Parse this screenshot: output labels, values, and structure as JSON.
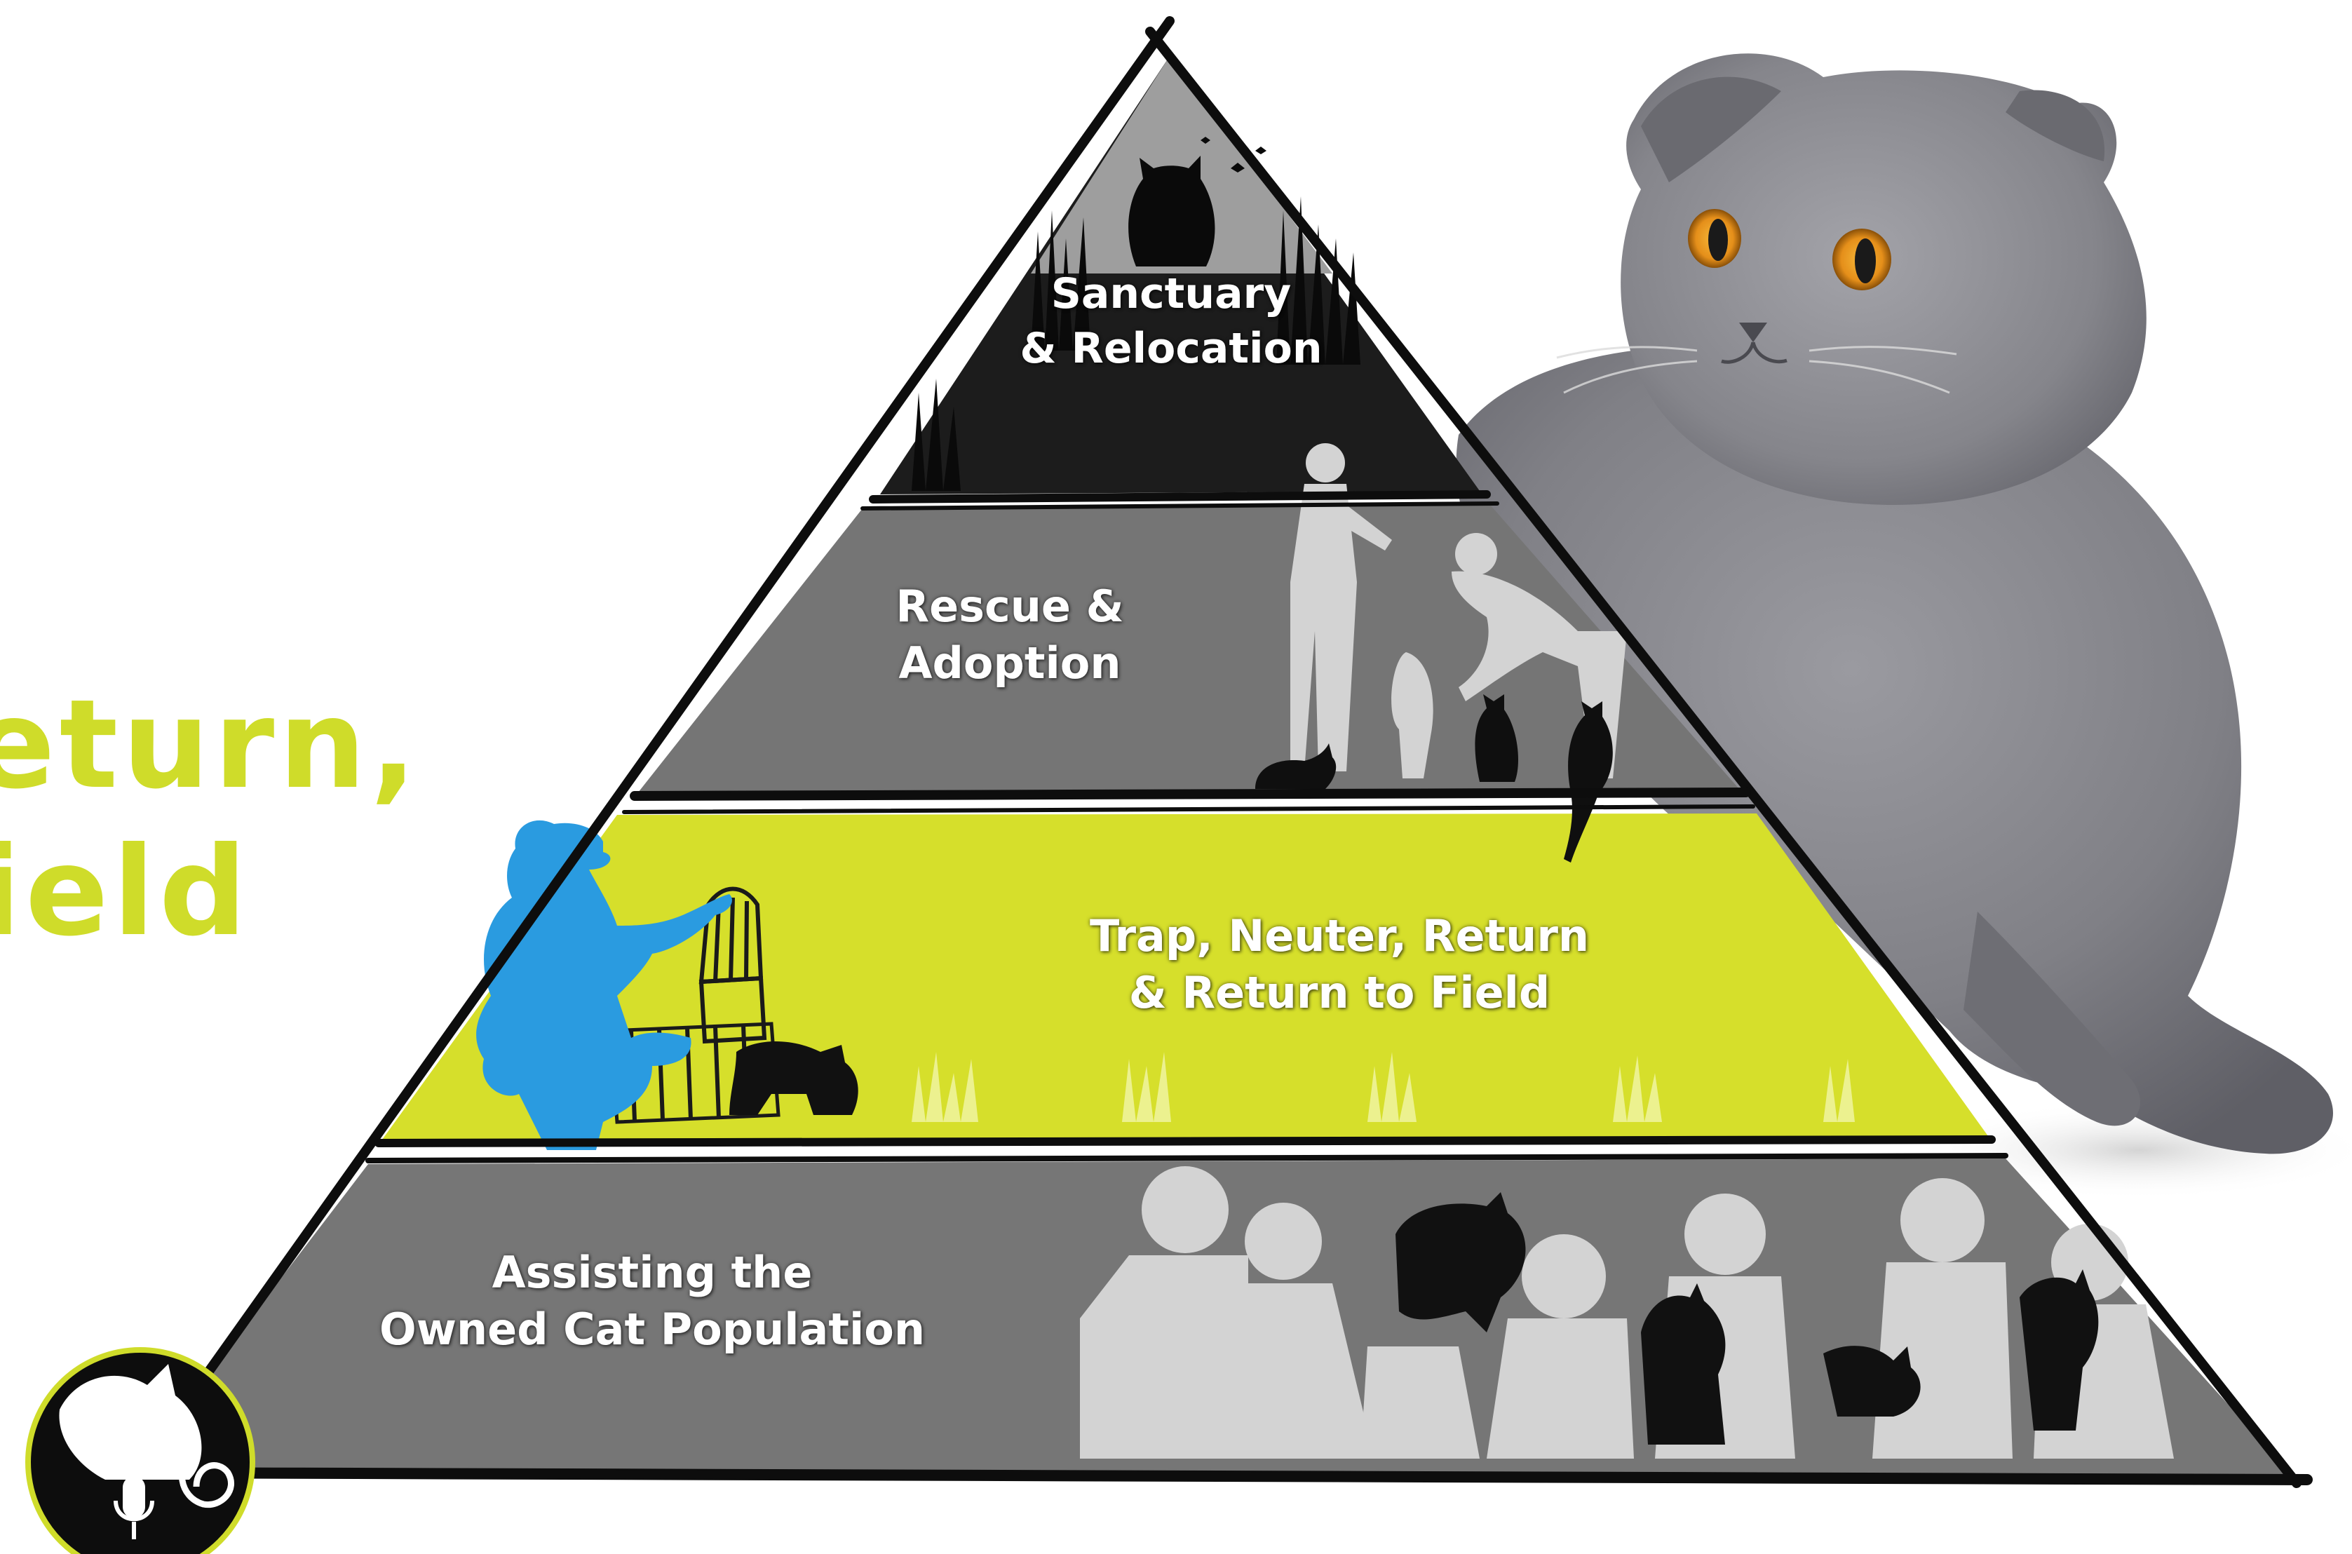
{
  "heading": {
    "line1": "eturn,",
    "line2": "ield"
  },
  "pyramid": {
    "tiers": [
      {
        "line1": "Sanctuary",
        "line2": "& Relocation",
        "color": "#1c1c1c"
      },
      {
        "line1": "Rescue &",
        "line2": "Adoption",
        "color": "#757575"
      },
      {
        "line1": "Trap, Neuter, Return",
        "line2": "& Return to Field",
        "color": "#d6df2b"
      },
      {
        "line1": "Assisting the",
        "line2": "Owned Cat Population",
        "color": "#767676"
      }
    ]
  },
  "colors": {
    "accent_green": "#cfdc2a",
    "trapper_blue": "#2a9be0",
    "silhouette_light": "#d3d3d3",
    "cat_gray": "#7d7d82"
  },
  "icons": [
    "cat-photo",
    "cat-silhouette-icon",
    "person-silhouette-icon",
    "trap-cage-icon",
    "microphone-icon",
    "spiral-icon",
    "butterfly-icon",
    "logo-badge"
  ]
}
